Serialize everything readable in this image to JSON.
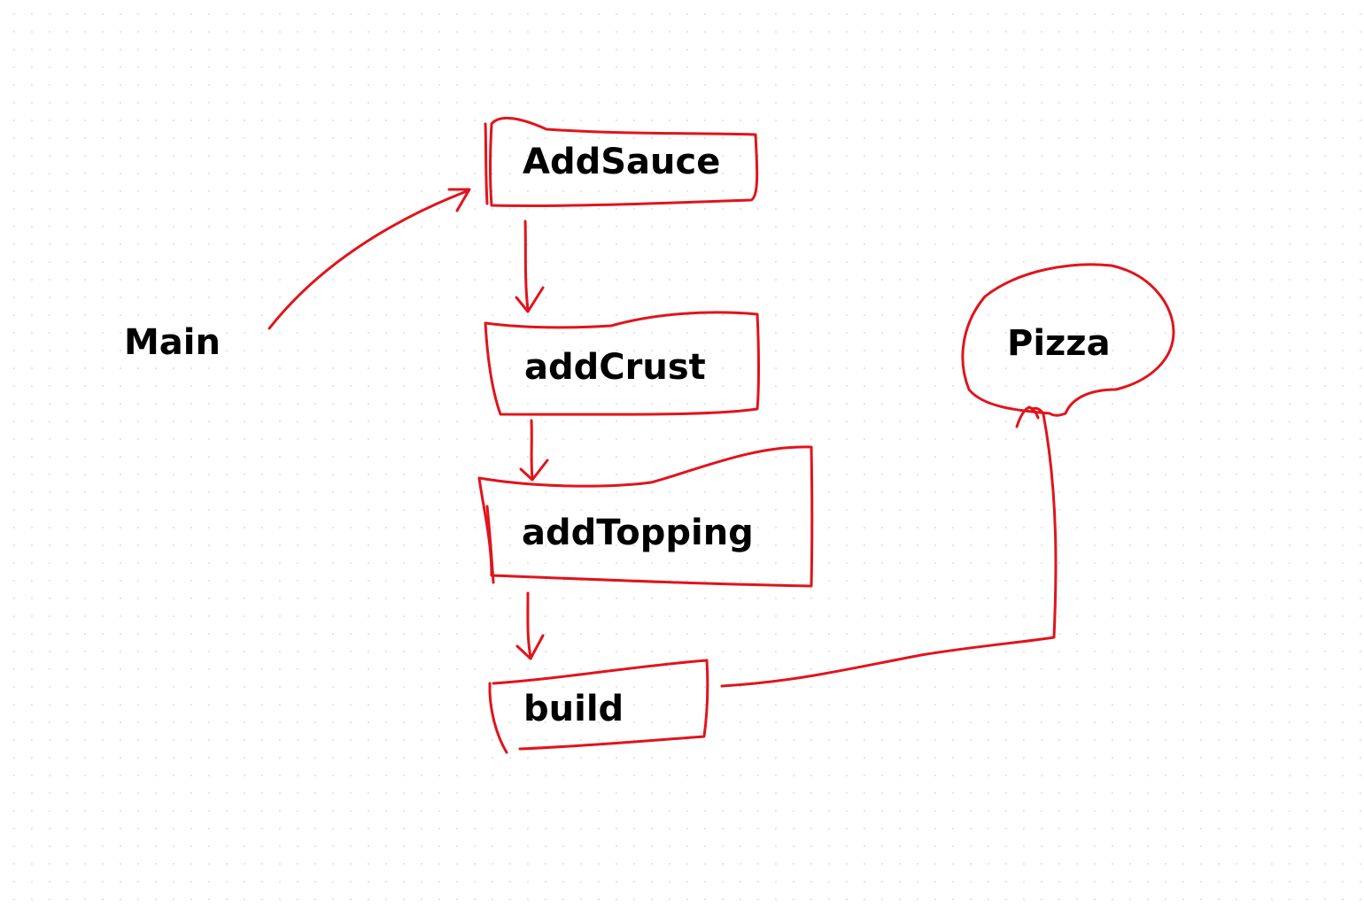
{
  "diagram": {
    "stroke_color": "#e0141c",
    "text_color": "#000000",
    "background_color": "#ffffff",
    "nodes": {
      "main": {
        "label": "Main",
        "shape": "none"
      },
      "add_sauce": {
        "label": "AddSauce",
        "shape": "hand-drawn-rectangle"
      },
      "add_crust": {
        "label": "addCrust",
        "shape": "hand-drawn-rectangle"
      },
      "add_topping": {
        "label": "addTopping",
        "shape": "hand-drawn-rectangle"
      },
      "build": {
        "label": "build",
        "shape": "hand-drawn-rectangle"
      },
      "pizza": {
        "label": "Pizza",
        "shape": "hand-drawn-blob"
      }
    },
    "edges": [
      {
        "from": "Main",
        "to": "AddSauce"
      },
      {
        "from": "AddSauce",
        "to": "addCrust"
      },
      {
        "from": "addCrust",
        "to": "addTopping"
      },
      {
        "from": "addTopping",
        "to": "build"
      },
      {
        "from": "build",
        "to": "Pizza"
      }
    ]
  }
}
